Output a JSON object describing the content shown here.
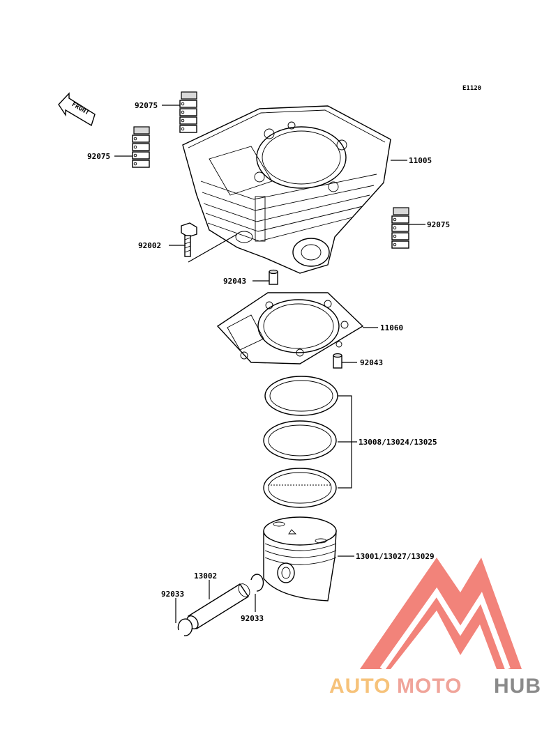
{
  "diagram_code": "E1120",
  "front_label": "FRONT",
  "parts": {
    "cyl_cap_tl": "92075",
    "cyl_cap_left": "92075",
    "cylinder": "11005",
    "cyl_cap_right": "92075",
    "bolt": "92002",
    "dowel_top": "92043",
    "gasket": "11060",
    "dowel_bottom": "92043",
    "rings": "13008/13024/13025",
    "piston": "13001/13027/13029",
    "pin": "13002",
    "clip_left": "92033",
    "clip_right": "92033"
  },
  "watermark": {
    "part1": "AUTO",
    "part2": "MOTO",
    "part3": "HUB",
    "colors": {
      "part1": "#f6c27a",
      "part2": "#f0a49a",
      "part3": "#8a8a8a",
      "logo": "#ee5a4e"
    }
  }
}
